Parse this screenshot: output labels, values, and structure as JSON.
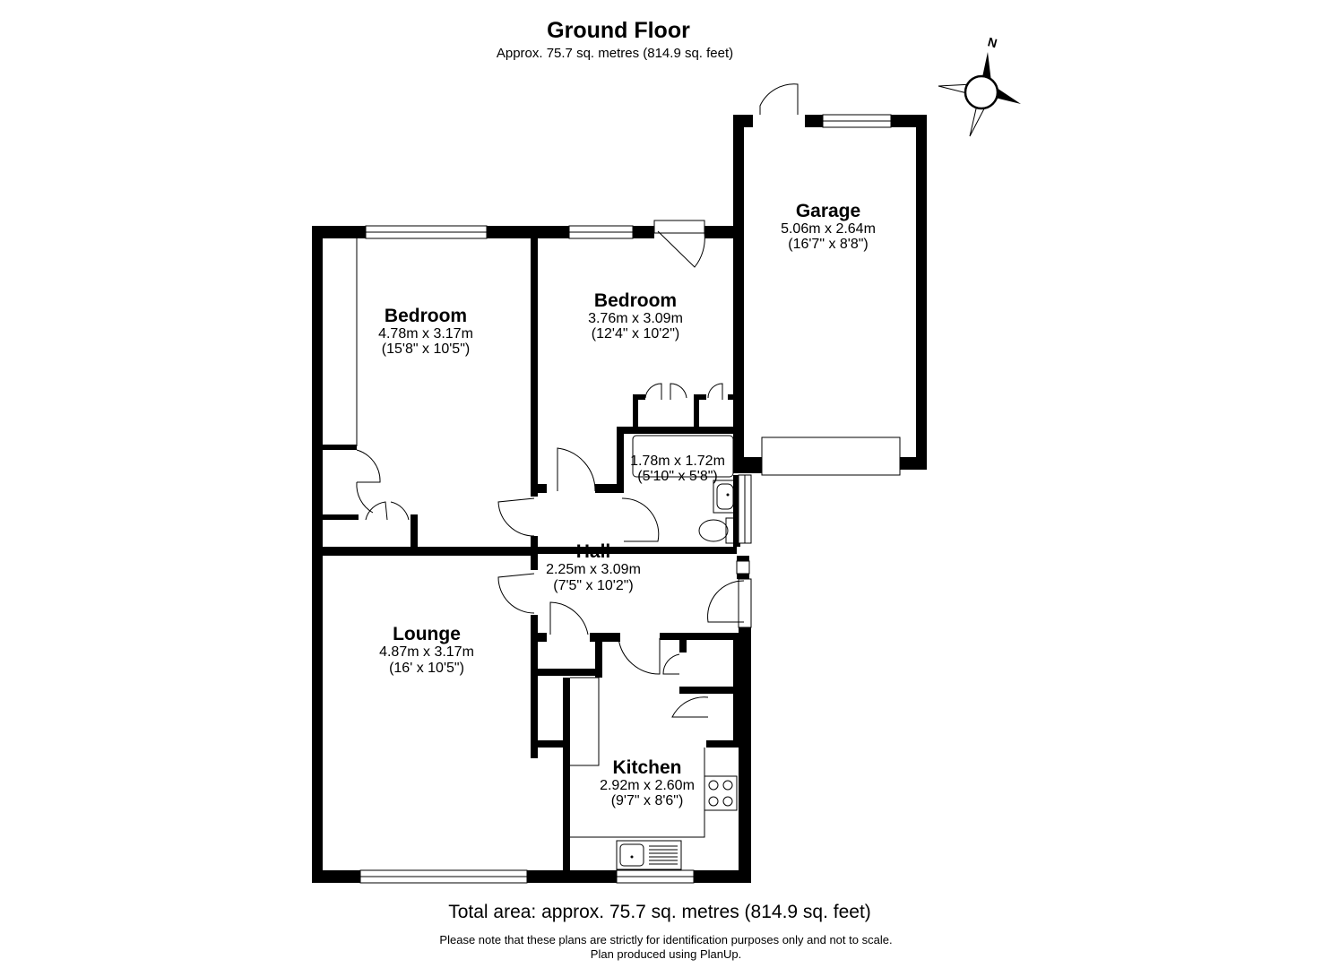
{
  "header": {
    "title": "Ground Floor",
    "subtitle": "Approx. 75.7 sq. metres (814.9 sq. feet)"
  },
  "compass": {
    "label": "N"
  },
  "rooms": {
    "garage": {
      "name": "Garage",
      "metric": "5.06m x 2.64m",
      "imperial": "(16'7\" x 8'8\")"
    },
    "bedroom1": {
      "name": "Bedroom",
      "metric": "4.78m x 3.17m",
      "imperial": "(15'8\" x 10'5\")"
    },
    "bedroom2": {
      "name": "Bedroom",
      "metric": "3.76m x 3.09m",
      "imperial": "(12'4\" x 10'2\")"
    },
    "bathroom": {
      "name": "",
      "metric": "1.78m x 1.72m",
      "imperial": "(5'10\" x 5'8\")"
    },
    "hall": {
      "name": "Hall",
      "metric": "2.25m x 3.09m",
      "imperial": "(7'5\" x 10'2\")"
    },
    "lounge": {
      "name": "Lounge",
      "metric": "4.87m x 3.17m",
      "imperial": "(16' x 10'5\")"
    },
    "kitchen": {
      "name": "Kitchen",
      "metric": "2.92m x 2.60m",
      "imperial": "(9'7\" x 8'6\")"
    }
  },
  "footer": {
    "total": "Total area: approx. 75.7 sq. metres (814.9 sq. feet)",
    "note": "Please note that these plans are strictly for identification purposes only and not to scale.",
    "credit": "Plan produced using PlanUp."
  }
}
